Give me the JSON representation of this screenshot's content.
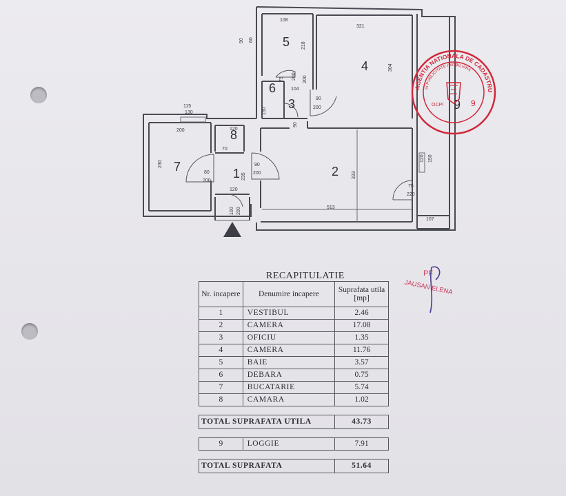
{
  "plan": {
    "rooms": [
      "1",
      "2",
      "3",
      "4",
      "5",
      "6",
      "7",
      "8",
      "9"
    ],
    "dims": {
      "d108": "108",
      "d321": "321",
      "d90a": "90",
      "d60": "60",
      "d218": "218",
      "d75a": "75",
      "d200a": "200",
      "d104": "104",
      "d200b": "200",
      "d304": "304",
      "d90b": "90",
      "d200c": "200",
      "d90c": "90",
      "d115": "115",
      "d130": "130",
      "d120a": "120",
      "d150": "150",
      "d200d": "200",
      "d230": "230",
      "d70": "70",
      "d80": "80",
      "d200e": "200",
      "d90d": "90",
      "d200f": "200",
      "d235": "235",
      "d120b": "120",
      "d333": "333",
      "d513": "513",
      "d100": "100",
      "d200g": "200",
      "d75b": "75",
      "d220": "220",
      "d107": "107",
      "d120c": "120",
      "d150b": "150"
    }
  },
  "recap": {
    "title": "RECAPITULATIE",
    "headers": {
      "nr": "Nr. incapere",
      "name": "Denumire incapere",
      "area": "Suprafata utila [mp]"
    },
    "rows": [
      {
        "nr": "1",
        "name": "VESTIBUL",
        "area": "2.46"
      },
      {
        "nr": "2",
        "name": "CAMERA",
        "area": "17.08"
      },
      {
        "nr": "3",
        "name": "OFICIU",
        "area": "1.35"
      },
      {
        "nr": "4",
        "name": "CAMERA",
        "area": "11.76"
      },
      {
        "nr": "5",
        "name": "BAIE",
        "area": "3.57"
      },
      {
        "nr": "6",
        "name": "DEBARA",
        "area": "0.75"
      },
      {
        "nr": "7",
        "name": "BUCATARIE",
        "area": "5.74"
      },
      {
        "nr": "8",
        "name": "CAMARA",
        "area": "1.02"
      }
    ],
    "total_util_label": "TOTAL SUPRAFATA UTILA",
    "total_util_value": "43.73",
    "loggia": {
      "nr": "9",
      "name": "LOGGIE",
      "area": "7.91"
    },
    "total_label": "TOTAL SUPRAFATA",
    "total_value": "51.64"
  },
  "stamp": {
    "line1": "AGENTIA NATIONALA DE CADASTRU",
    "line2": "SI PUBLICITATE IMOBILIARA",
    "line3": "OCPI",
    "num": "9"
  },
  "signature": {
    "name": "JAUSAN ELENA",
    "mark": "PF"
  },
  "colors": {
    "ink": "#2a2a2e",
    "stamp_red": "#d0283a",
    "paper": "#e9e8ec"
  }
}
